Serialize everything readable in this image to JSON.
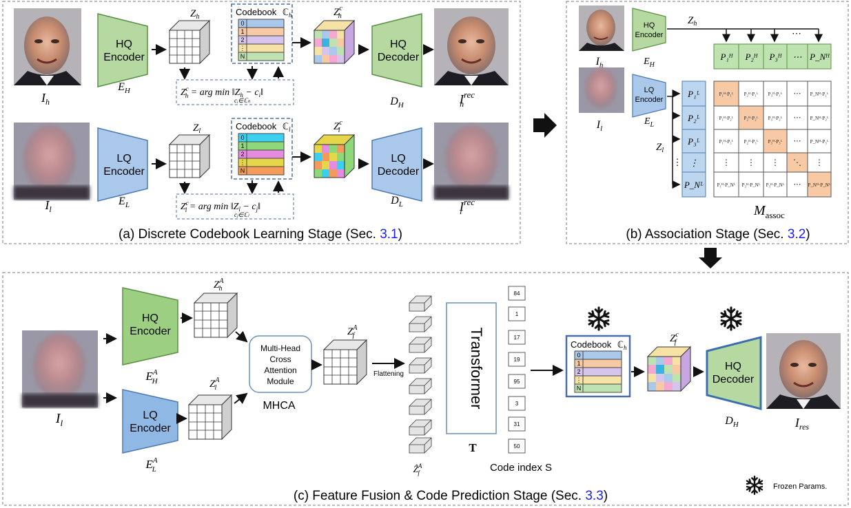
{
  "panel_a": {
    "caption_prefix": "(a) Discrete Codebook Learning Stage (Sec. ",
    "caption_ref": "3.1",
    "caption_suffix": ")",
    "hq": {
      "image_label": "I",
      "image_sub": "h",
      "encoder_line1": "HQ",
      "encoder_line2": "Encoder",
      "encoder_sym": "E",
      "encoder_sub": "H",
      "latent": "Z",
      "latent_sub": "h",
      "codebook_title": "Codebook",
      "codebook_sym": "ℂ",
      "codebook_sub": "h",
      "codebook_indices": [
        "0",
        "1",
        "2",
        "⋮",
        "N"
      ],
      "quant_label": "Z",
      "quant_sub": "h",
      "quant_sup": "c",
      "formula_lhs": "Z",
      "formula_text": " = arg min ‖Z",
      "formula_tail": " − c",
      "formula_under": "c",
      "formula_close": "‖",
      "decoder_line1": "HQ",
      "decoder_line2": "Decoder",
      "decoder_sym": "D",
      "decoder_sub": "H",
      "output_label": "I",
      "output_sub": "h",
      "output_sup": "rec"
    },
    "lq": {
      "image_label": "I",
      "image_sub": "l",
      "encoder_line1": "LQ",
      "encoder_line2": "Encoder",
      "encoder_sym": "E",
      "encoder_sub": "L",
      "latent": "Z",
      "latent_sub": "l",
      "codebook_title": "Codebook",
      "codebook_sym": "ℂ",
      "codebook_sub": "l",
      "codebook_indices": [
        "0",
        "1",
        "2",
        "⋮",
        "N"
      ],
      "quant_label": "Z",
      "quant_sub": "l",
      "quant_sup": "c",
      "decoder_line1": "LQ",
      "decoder_line2": "Decoder",
      "decoder_sym": "D",
      "decoder_sub": "L",
      "output_label": "I",
      "output_sub": "l",
      "output_sup": "rec"
    }
  },
  "panel_b": {
    "caption_prefix": "(b) Association Stage (Sec. ",
    "caption_ref": "3.2",
    "caption_suffix": ")",
    "hq_image_label": "I",
    "hq_image_sub": "h",
    "lq_image_label": "I",
    "lq_image_sub": "l",
    "hq_encoder_line1": "HQ",
    "hq_encoder_line2": "Encoder",
    "hq_encoder_sym": "E",
    "hq_encoder_sub": "H",
    "lq_encoder_line1": "LQ",
    "lq_encoder_line2": "Encoder",
    "lq_encoder_sym": "E",
    "lq_encoder_sub": "L",
    "hq_latent": "Z",
    "hq_latent_sub": "h",
    "lq_latent": "Z",
    "lq_latent_sub": "l",
    "hq_patches": [
      "P₁ᴴ",
      "P₂ᴴ",
      "P₃ᴴ",
      "⋯",
      "P_Nᴴ"
    ],
    "lq_patches": [
      "P₁ᴸ",
      "P₂ᴸ",
      "P₃ᴸ",
      "⋮",
      "P_Nᴸ"
    ],
    "matrix_label": "M",
    "matrix_sub": "assoc",
    "matrix_cells": [
      [
        "P₁ᴴ·P₁ᴸ",
        "P₂ᴴ·P₁ᴸ",
        "P₃ᴴ·P₁ᴸ",
        "⋯",
        "P_Nᴴ·P₁ᴸ"
      ],
      [
        "P₁ᴴ·P₂ᴸ",
        "P₂ᴴ·P₂ᴸ",
        "P₃ᴴ·P₂ᴸ",
        "⋯",
        "P_Nᴴ·P₂ᴸ"
      ],
      [
        "P₁ᴴ·P₃ᴸ",
        "P₂ᴴ·P₃ᴸ",
        "P₃ᴴ·P₃ᴸ",
        "⋯",
        "P_Nᴴ·P₃ᴸ"
      ],
      [
        "⋮",
        "⋮",
        "⋮",
        "⋱",
        "⋮"
      ],
      [
        "P₁ᴴ·P_Nᴸ",
        "P₂ᴴ·P_Nᴸ",
        "P₃ᴴ·P_Nᴸ",
        "⋯",
        "P_Nᴴ·P_Nᴸ"
      ]
    ]
  },
  "panel_c": {
    "caption_prefix": "(c) Feature Fusion & Code Prediction Stage (Sec. ",
    "caption_ref": "3.3",
    "caption_suffix": ")",
    "input_label": "I",
    "input_sub": "l",
    "hq_encoder_line1": "HQ",
    "hq_encoder_line2": "Encoder",
    "hq_encoder_sym": "E",
    "hq_encoder_sub": "H",
    "hq_encoder_sup": "A",
    "lq_encoder_line1": "LQ",
    "lq_encoder_line2": "Encoder",
    "lq_encoder_sym": "E",
    "lq_encoder_sub": "L",
    "lq_encoder_sup": "A",
    "hq_latent": "Z",
    "hq_latent_sub": "h",
    "hq_latent_sup": "A",
    "lq_latent": "Z",
    "lq_latent_sub": "l",
    "lq_latent_sup": "A",
    "mhca_lines": [
      "Multi-Head",
      "Cross",
      "Attention",
      "Module"
    ],
    "mhca_label": "MHCA",
    "fused_label": "Z",
    "fused_sub": "f",
    "fused_sup": "A",
    "flatten_label": "Flattening",
    "flat_label": "Ẑ",
    "flat_sub": "f",
    "flat_sup": "A",
    "transformer_label": "Transformer",
    "transformer_sym": "T",
    "code_indices": [
      "84",
      "1",
      "17",
      "19",
      "95",
      "3",
      "31",
      "50"
    ],
    "code_index_label": "Code index  S",
    "codebook_title": "Codebook",
    "codebook_sym": "ℂ",
    "codebook_sub": "h",
    "codebook_indices": [
      "0",
      "1",
      "2",
      "⋮",
      "N"
    ],
    "quant_label": "Z",
    "quant_sub": "f",
    "quant_sup": "c",
    "decoder_line1": "HQ",
    "decoder_line2": "Decoder",
    "decoder_sym": "D",
    "decoder_sub": "H",
    "output_label": "I",
    "output_sub": "res",
    "legend_label": "Frozen Params.",
    "caption_ref_color": "#1a1aff"
  },
  "colors": {
    "hq_green": "#b5d9a0",
    "hq_green_dark": "#5a8f44",
    "lq_blue": "#a9c8ea",
    "lq_blue_dark": "#4e79b5",
    "dashed": "#666666",
    "codebook_border": "#4b6ea8",
    "highlight_cell": "#f7c9a4",
    "patch_green": "#bfe3b0",
    "patch_blue": "#bcd6f0"
  }
}
